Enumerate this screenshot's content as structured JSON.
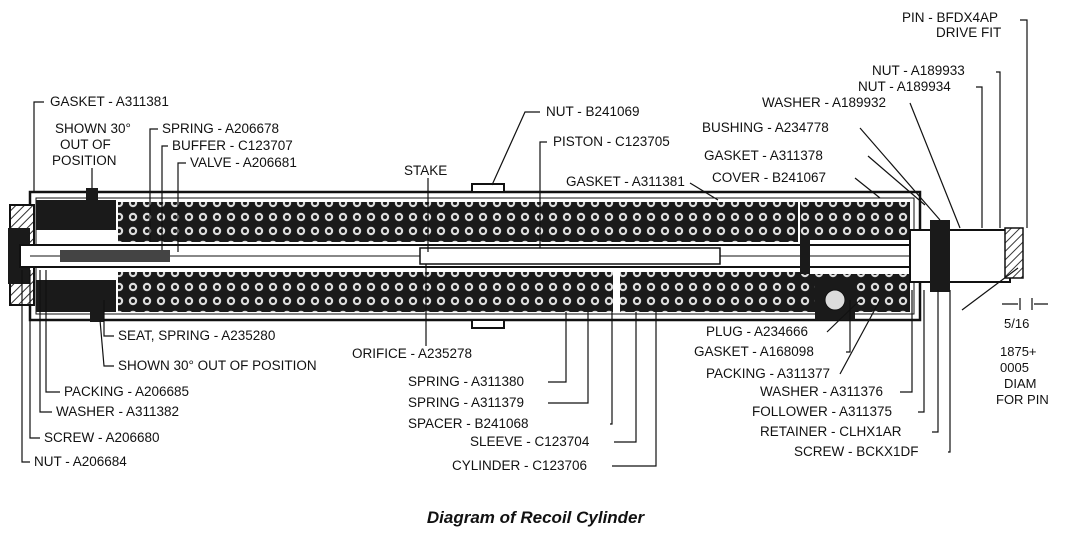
{
  "caption": "Diagram of Recoil Cylinder",
  "labels": {
    "gasket_a311381_left": "GASKET - A311381",
    "shown_30_line1": "SHOWN 30°",
    "shown_30_line2": "OUT OF",
    "shown_30_line3": "POSITION",
    "spring_a206678": "SPRING - A206678",
    "buffer_c123707": "BUFFER - C123707",
    "valve_a206681": "VALVE - A206681",
    "stake": "STAKE",
    "nut_b241069": "NUT - B241069",
    "piston_c123705": "PISTON - C123705",
    "gasket_a311381_mid": "GASKET - A311381",
    "pin_bfdx4ap": "PIN - BFDX4AP",
    "drive_fit": "DRIVE FIT",
    "nut_a189933": "NUT - A189933",
    "nut_a189934": "NUT - A189934",
    "washer_a189932": "WASHER - A189932",
    "bushing_a234778": "BUSHING - A234778",
    "gasket_a311378": "GASKET - A311378",
    "cover_b241067": "COVER - B241067",
    "seat_spring_a235280": "SEAT, SPRING - A235280",
    "shown_30_bottom": "SHOWN 30° OUT OF POSITION",
    "orifice_a235278": "ORIFICE - A235278",
    "packing_a206685": "PACKING - A206685",
    "washer_a311382": "WASHER - A311382",
    "screw_a206680": "SCREW - A206680",
    "nut_a206684": "NUT - A206684",
    "spring_a311380": "SPRING - A311380",
    "spring_a311379": "SPRING - A311379",
    "spacer_b241068": "SPACER - B241068",
    "sleeve_c123704": "SLEEVE - C123704",
    "cylinder_c123706": "CYLINDER - C123706",
    "plug_a234666": "PLUG - A234666",
    "gasket_a168098": "GASKET - A168098",
    "packing_a311377": "PACKING - A311377",
    "washer_a311376": "WASHER - A311376",
    "follower_a311375": "FOLLOWER - A311375",
    "retainer_clhx1ar": "RETAINER - CLHX1AR",
    "screw_bckx1df": "SCREW - BCKX1DF",
    "dim_5_16": "5/16",
    "dim_1875": "1875+",
    "dim_0005": "0005",
    "dim_diam": "DIAM",
    "dim_for_pin": "FOR PIN"
  }
}
